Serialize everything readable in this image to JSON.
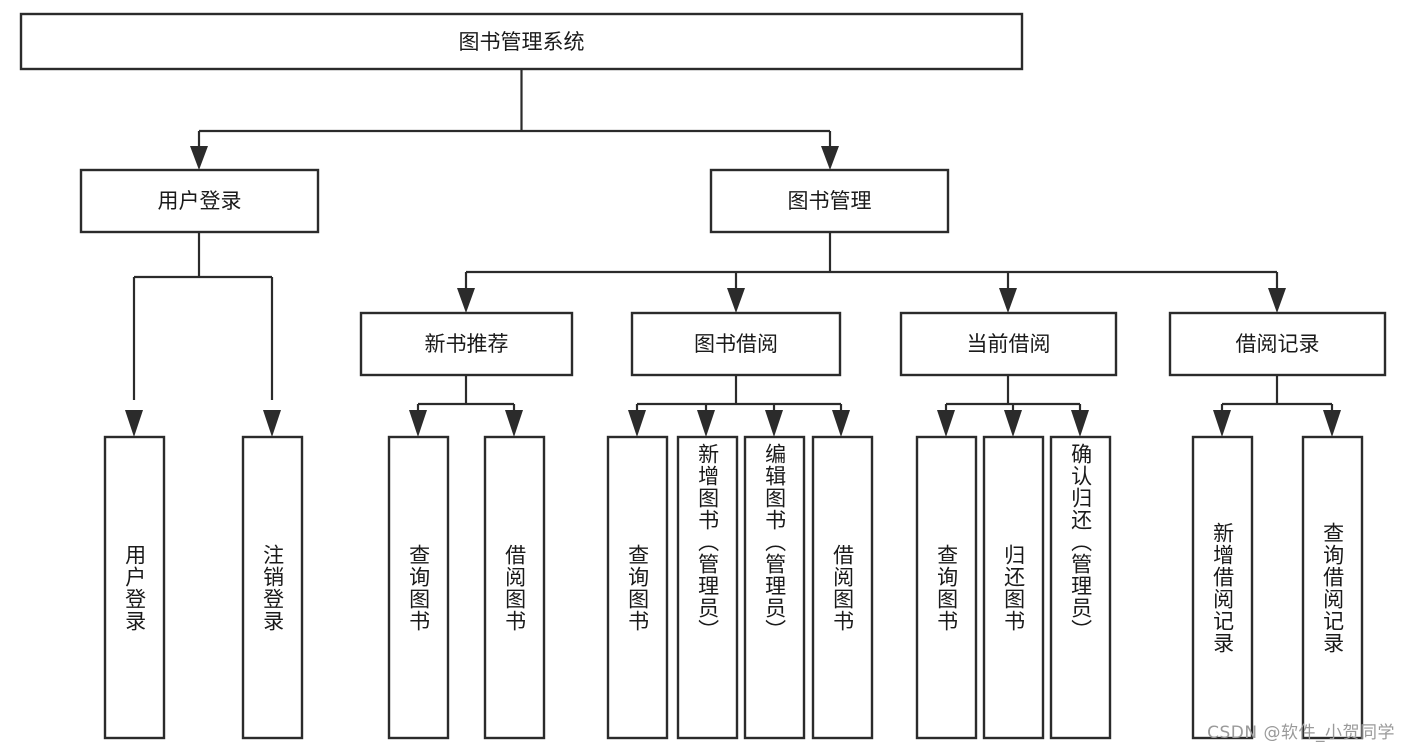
{
  "diagram": {
    "title": "图书管理系统",
    "type": "tree",
    "orientation": "top-down",
    "colors": {
      "stroke": "#2b2b2b",
      "fill": "#ffffff",
      "text": "#1a1a1a",
      "watermark": "#9a9a9a"
    },
    "nodes": {
      "root": {
        "label": "图书管理系统",
        "level": 1,
        "text_orientation": "horizontal"
      },
      "level2": [
        {
          "id": "user-login",
          "label": "用户登录",
          "text_orientation": "horizontal"
        },
        {
          "id": "book-management",
          "label": "图书管理",
          "text_orientation": "horizontal"
        }
      ],
      "level3": [
        {
          "id": "new-book-recommend",
          "label": "新书推荐",
          "parent": "book-management",
          "text_orientation": "horizontal"
        },
        {
          "id": "book-borrow",
          "label": "图书借阅",
          "parent": "book-management",
          "text_orientation": "horizontal"
        },
        {
          "id": "current-borrow",
          "label": "当前借阅",
          "parent": "book-management",
          "text_orientation": "horizontal"
        },
        {
          "id": "borrow-record",
          "label": "借阅记录",
          "parent": "book-management",
          "text_orientation": "horizontal"
        }
      ],
      "leaves": [
        {
          "id": "leaf-user-login",
          "label": "用户登录",
          "parent": "user-login",
          "text_orientation": "vertical"
        },
        {
          "id": "leaf-logout",
          "label": "注销登录",
          "parent": "user-login",
          "text_orientation": "vertical"
        },
        {
          "id": "leaf-query-book-1",
          "label": "查询图书",
          "parent": "new-book-recommend",
          "text_orientation": "vertical"
        },
        {
          "id": "leaf-borrow-book-1",
          "label": "借阅图书",
          "parent": "new-book-recommend",
          "text_orientation": "vertical"
        },
        {
          "id": "leaf-query-book-2",
          "label": "查询图书",
          "parent": "book-borrow",
          "text_orientation": "vertical"
        },
        {
          "id": "leaf-add-book",
          "label": "新增图书（管理员）",
          "parent": "book-borrow",
          "text_orientation": "vertical"
        },
        {
          "id": "leaf-edit-book",
          "label": "编辑图书（管理员）",
          "parent": "book-borrow",
          "text_orientation": "vertical"
        },
        {
          "id": "leaf-borrow-book-2",
          "label": "借阅图书",
          "parent": "book-borrow",
          "text_orientation": "vertical"
        },
        {
          "id": "leaf-query-book-3",
          "label": "查询图书",
          "parent": "current-borrow",
          "text_orientation": "vertical"
        },
        {
          "id": "leaf-return-book",
          "label": "归还图书",
          "parent": "current-borrow",
          "text_orientation": "vertical"
        },
        {
          "id": "leaf-confirm-return",
          "label": "确认归还（管理员）",
          "parent": "current-borrow",
          "text_orientation": "vertical"
        },
        {
          "id": "leaf-add-record",
          "label": "新增借阅记录",
          "parent": "borrow-record",
          "text_orientation": "vertical"
        },
        {
          "id": "leaf-query-record",
          "label": "查询借阅记录",
          "parent": "borrow-record",
          "text_orientation": "vertical"
        }
      ]
    },
    "watermark": "CSDN @软件_小贺同学"
  }
}
